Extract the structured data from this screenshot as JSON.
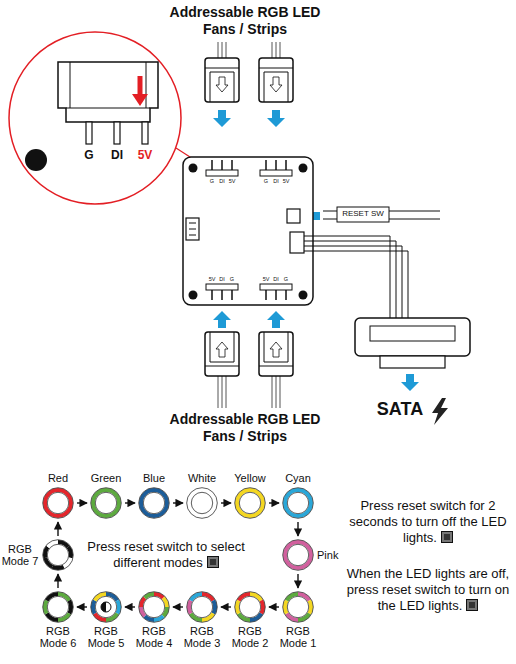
{
  "diagram": {
    "nodes": [
      {
        "text": [
          "Red"
        ]
      },
      {
        "text": [
          "Green"
        ]
      },
      {
        "text": [
          "Blue"
        ]
      },
      {
        "text": [
          "White"
        ]
      },
      {
        "text": [
          "Yellow"
        ]
      },
      {
        "text": [
          "Cyan"
        ]
      },
      {
        "text": [
          "RGB Mode 7"
        ]
      },
      {
        "text": [
          "Pink"
        ]
      },
      {
        "text": [
          "RGB Mode 6"
        ]
      },
      {
        "text": [
          "RGB Mode 5"
        ]
      },
      {
        "text": [
          "RGB Mode 4"
        ]
      },
      {
        "text": [
          "RGB Mode 3"
        ]
      },
      {
        "text": [
          "RGB Mode 2"
        ]
      },
      {
        "text": [
          "RGB Mode 1"
        ]
      }
    ],
    "edges": [
      {
        "from": 0,
        "to": 1,
        "arrow": "to"
      },
      {
        "from": 1,
        "to": 2,
        "arrow": "to"
      },
      {
        "from": 2,
        "to": 3,
        "arrow": "to"
      },
      {
        "from": 3,
        "to": 4,
        "arrow": "to"
      },
      {
        "from": 4,
        "to": 5,
        "arrow": "to"
      },
      {
        "from": 5,
        "to": 7,
        "arrow": "to"
      },
      {
        "from": 7,
        "to": 13,
        "arrow": "to"
      },
      {
        "from": 13,
        "to": 12,
        "arrow": "to"
      },
      {
        "from": 12,
        "to": 11,
        "arrow": "to"
      },
      {
        "from": 11,
        "to": 10,
        "arrow": "to"
      },
      {
        "from": 10,
        "to": 9,
        "arrow": "to"
      },
      {
        "from": 9,
        "to": 8,
        "arrow": "to"
      },
      {
        "from": 8,
        "to": 6,
        "arrow": "to"
      },
      {
        "from": 6,
        "to": 0,
        "arrow": "to"
      }
    ],
    "labels": [
      "Addressable RGB LED Fans / Strips",
      "G",
      "DI",
      "5V",
      "G",
      "DI",
      "5V",
      "G",
      "DI",
      "5V",
      "RESET SW",
      "5V",
      "DI",
      "G",
      "5V",
      "DI",
      "G",
      "SATA",
      "Addressable RGB LED Fans / Strips",
      "Press reset switch to select different modes",
      "Press reset switch for 2 seconds to turn off the LED lights.",
      "When the LED lights are off, press reset switch to turn on the LED lights."
    ]
  }
}
